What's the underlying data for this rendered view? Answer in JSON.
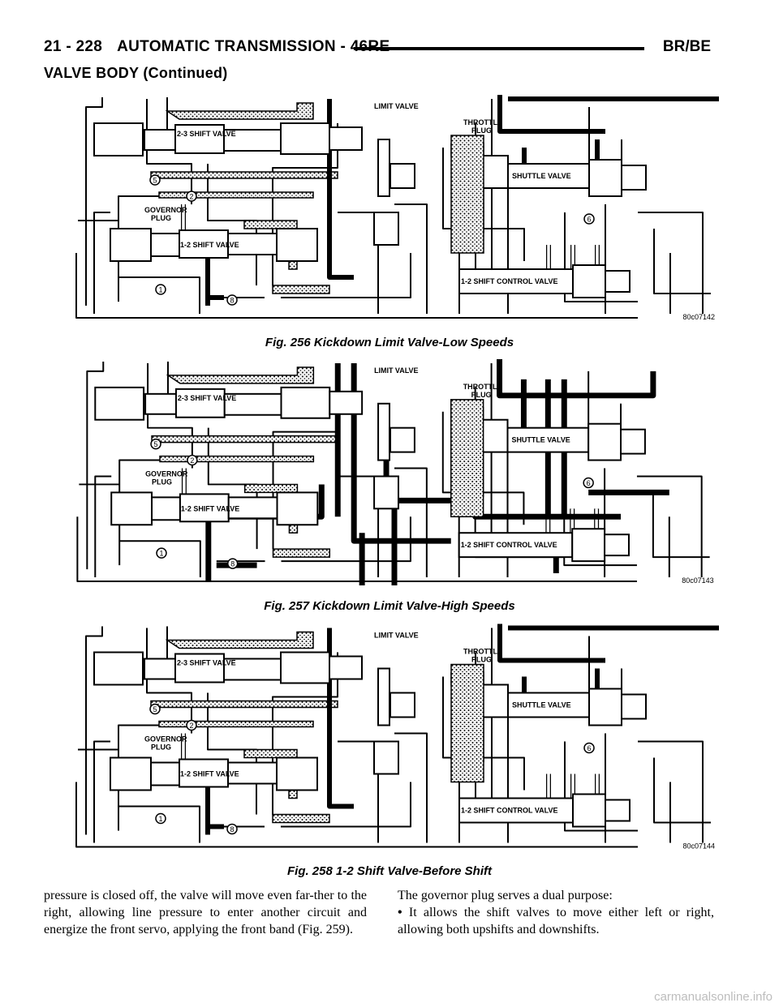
{
  "header": {
    "page_number": "21 - 228",
    "title": "AUTOMATIC TRANSMISSION - 46RE",
    "model": "BR/BE"
  },
  "section_title": "VALVE BODY (Continued)",
  "figures": [
    {
      "caption": "Fig. 256 Kickdown Limit Valve-Low Speeds",
      "code": "80c07142",
      "labels": {
        "limit_valve": "LIMIT VALVE",
        "throttle_plug_1": "THROTTLE",
        "throttle_plug_2": "PLUG",
        "shift_23": "2-3 SHIFT VALVE",
        "shuttle": "SHUTTLE VALVE",
        "governor_1": "GOVERNOR",
        "governor_2": "PLUG",
        "shift_12": "1-2 SHIFT VALVE",
        "control_12": "1-2 SHIFT CONTROL VALVE"
      },
      "callouts": [
        "1",
        "2",
        "5",
        "6",
        "8"
      ]
    },
    {
      "caption": "Fig. 257 Kickdown Limit Valve-High Speeds",
      "code": "80c07143",
      "labels": {
        "limit_valve": "LIMIT VALVE",
        "throttle_plug_1": "THROTTLE",
        "throttle_plug_2": "PLUG",
        "shift_23": "2-3 SHIFT VALVE",
        "shuttle": "SHUTTLE VALVE",
        "governor_1": "GOVERNOR",
        "governor_2": "PLUG",
        "shift_12": "1-2 SHIFT VALVE",
        "control_12": "1-2 SHIFT CONTROL VALVE"
      },
      "callouts": [
        "1",
        "2",
        "5",
        "6",
        "8"
      ]
    },
    {
      "caption": "Fig. 258 1-2 Shift Valve-Before Shift",
      "code": "80c07144",
      "labels": {
        "limit_valve": "LIMIT VALVE",
        "throttle_plug_1": "THROTTLE",
        "throttle_plug_2": "PLUG",
        "shift_23": "2-3 SHIFT VALVE",
        "shuttle": "SHUTTLE VALVE",
        "governor_1": "GOVERNOR",
        "governor_2": "PLUG",
        "shift_12": "1-2 SHIFT VALVE",
        "control_12": "1-2 SHIFT CONTROL VALVE"
      },
      "callouts": [
        "1",
        "2",
        "5",
        "6",
        "8"
      ]
    }
  ],
  "body": {
    "left_column": "pressure is closed off, the valve will move even far-ther to the right, allowing line pressure to enter another circuit and energize the front servo, applying the front band (Fig. 259).",
    "right_intro": "The governor plug serves a dual purpose:",
    "bullet_symbol": "•",
    "bullet_text": "It allows the shift valves to move either left or right, allowing both upshifts and downshifts."
  },
  "watermark": "carmanualsonline.info"
}
